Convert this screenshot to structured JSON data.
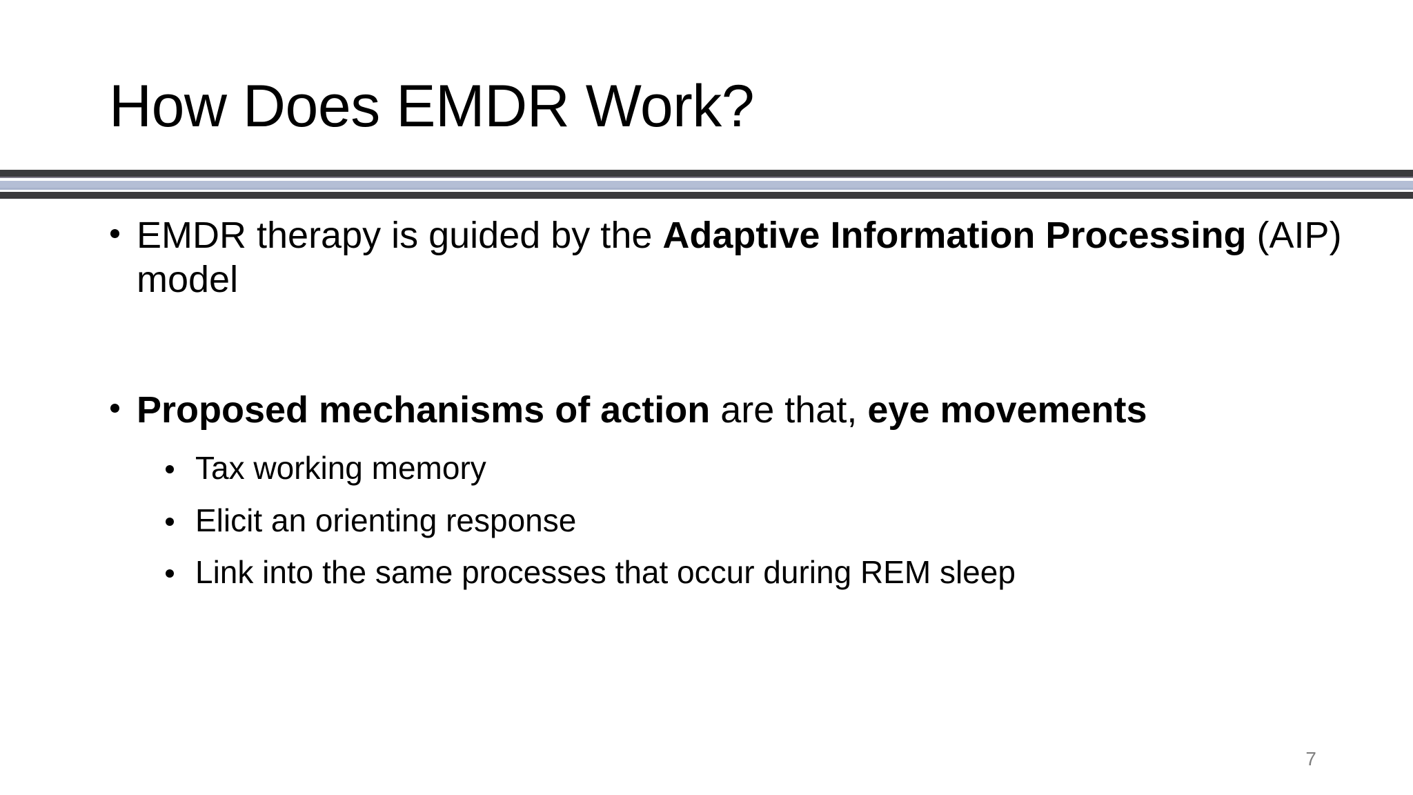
{
  "slide": {
    "title": "How Does EMDR Work?",
    "page_number": "7",
    "divider": {
      "dark_color": "#3b3a3c",
      "accent_color": "#b4bed5",
      "hairline_color": "#7e7986"
    },
    "bullet_glyph": "•",
    "body": {
      "bullet_1": {
        "segments": [
          {
            "text": "EMDR therapy is guided by the ",
            "bold": false
          },
          {
            "text": "Adaptive Information Processing",
            "bold": true
          },
          {
            "text": " (AIP) model",
            "bold": false
          }
        ],
        "plain": "EMDR therapy is guided by the Adaptive Information Processing (AIP) model"
      },
      "bullet_2": {
        "segments": [
          {
            "text": "Proposed mechanisms of action",
            "bold": true
          },
          {
            "text": " are that, ",
            "bold": false
          },
          {
            "text": "eye movements",
            "bold": true
          }
        ],
        "plain": "Proposed mechanisms of action are that, eye movements"
      },
      "sub_bullets": [
        "Tax working memory",
        "Elicit an orienting response",
        "Link into the same processes that occur during REM sleep"
      ]
    }
  }
}
